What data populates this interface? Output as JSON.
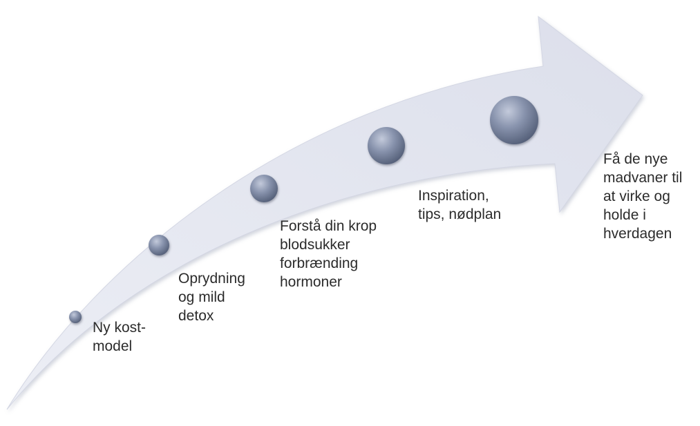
{
  "diagram": {
    "colors": {
      "arrow_fill": "#e2e4ef",
      "arrow_shadow": "#c9ccda",
      "dot_light": "#b7bfd2",
      "dot_mid": "#7e8aa5",
      "dot_dark": "#4f5a73",
      "text": "#2b2b2b"
    },
    "steps": [
      {
        "lines": [
          "Ny kost-",
          "model"
        ]
      },
      {
        "lines": [
          "Oprydning",
          "og mild",
          "detox"
        ]
      },
      {
        "lines": [
          "Forstå din krop",
          "blodsukker",
          "forbrænding",
          "hormoner"
        ]
      },
      {
        "lines": [
          "Inspiration,",
          "tips, nødplan"
        ]
      },
      {
        "lines": [
          "Få de nye",
          "madvaner til",
          "at virke og",
          "holde i",
          "hverdagen"
        ]
      }
    ]
  }
}
